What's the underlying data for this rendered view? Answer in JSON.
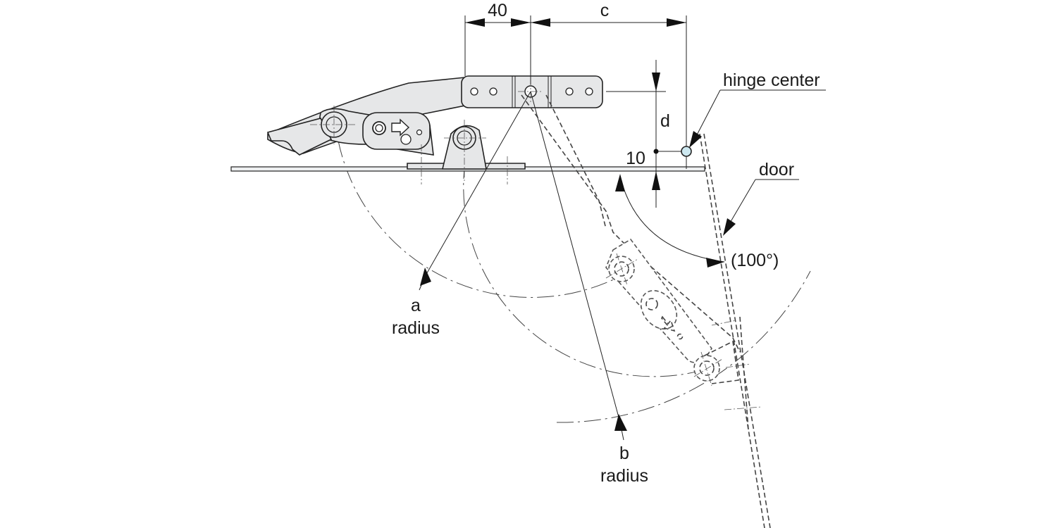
{
  "figure": {
    "dimensions": {
      "width_40": "40",
      "width_c": "c",
      "height_d": "d",
      "offset_10": "10"
    },
    "labels": {
      "hinge_center": "hinge center",
      "door": "door",
      "angle": "(100°)",
      "a_letter": "a",
      "a_word": "radius",
      "b_letter": "b",
      "b_word": "radius"
    },
    "colors": {
      "part_fill": "#e6e7e8",
      "hinge_center_fill": "#cde8f0",
      "line": "#222222"
    }
  }
}
